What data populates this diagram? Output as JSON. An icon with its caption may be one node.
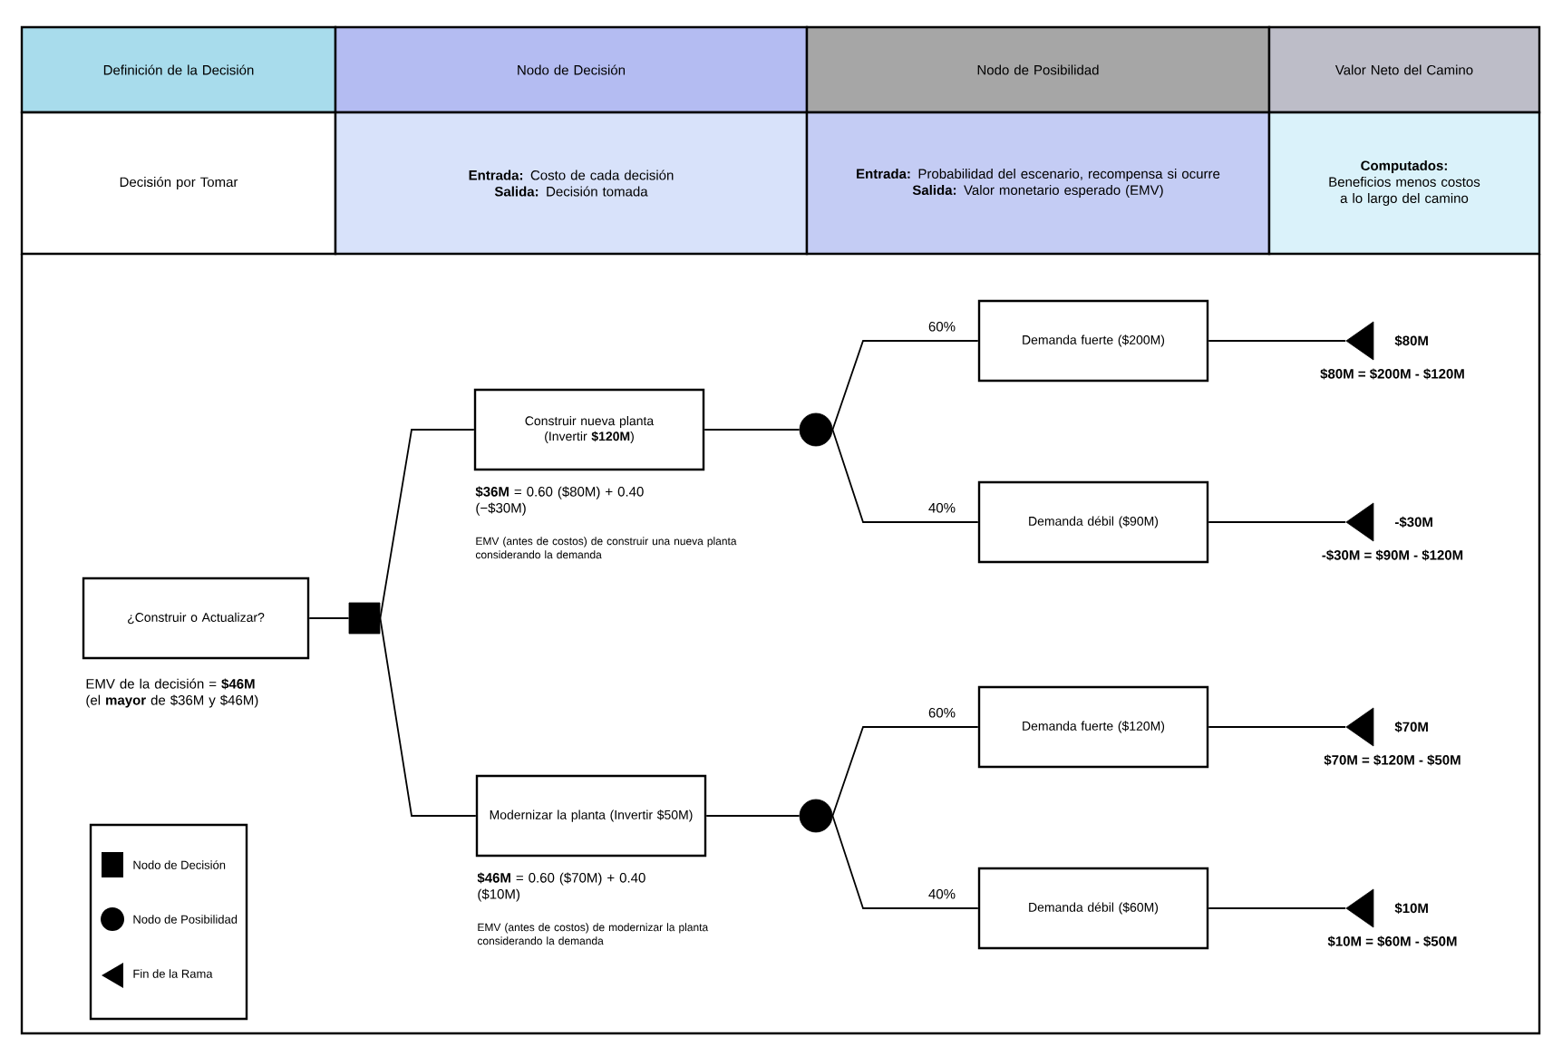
{
  "diagram": {
    "nodes": [
      {
        "text": [
          "¿Construir o Actualizar?"
        ],
        "beside": [
          "EMV de la decisión = **$46M** (el **mayor** de $36M y $46M)"
        ]
      },
      {
        "text": [],
        "shape": "box"
      },
      {
        "text": [
          "Construir nueva planta (Invertir **$120M**)"
        ],
        "beside": [
          "**$36M** = 0.60 ($80M) + 0.40 (−$30M)",
          "EMV (antes de costos) de construir una nueva planta considerando la demanda"
        ]
      },
      {
        "text": [],
        "shape": "circle"
      },
      {
        "text": [
          "Demanda fuerte ($200M)"
        ]
      },
      {
        "text": [
          "Demanda débil ($90M)"
        ]
      },
      {
        "text": [],
        "shape": "triangle",
        "beside": [
          "$80M",
          "$80M = $200M - $120M"
        ]
      },
      {
        "text": [],
        "shape": "triangle",
        "beside": [
          "-$30M",
          "-$30M = $90M - $120M"
        ]
      },
      {
        "text": [
          "Modernizar la planta (Invertir $50M)"
        ],
        "beside": [
          "**$46M** = 0.60 ($70M) + 0.40 ($10M)",
          "EMV (antes de costos) de modernizar la planta considerando la demanda"
        ]
      },
      {
        "text": [],
        "shape": "circle"
      },
      {
        "text": [
          "Demanda fuerte ($120M)"
        ]
      },
      {
        "text": [
          "Demanda débil ($60M)"
        ]
      },
      {
        "text": [],
        "shape": "triangle",
        "beside": [
          "$70M",
          "$70M = $120M - $50M"
        ]
      },
      {
        "text": [],
        "shape": "triangle",
        "beside": [
          "$10M",
          "$10M = $60M - $50M"
        ]
      }
    ],
    "edges": [
      {
        "from": 0,
        "to": 1,
        "arrow": "none"
      },
      {
        "from": 1,
        "to": 2,
        "arrow": "none"
      },
      {
        "from": 1,
        "to": 8,
        "arrow": "none"
      },
      {
        "from": 2,
        "to": 3,
        "arrow": "none"
      },
      {
        "from": 3,
        "to": 4,
        "arrow": "none",
        "label": "60%"
      },
      {
        "from": 3,
        "to": 5,
        "arrow": "none",
        "label": "40%"
      },
      {
        "from": 4,
        "to": 6,
        "arrow": "none"
      },
      {
        "from": 5,
        "to": 7,
        "arrow": "none"
      },
      {
        "from": 8,
        "to": 9,
        "arrow": "none"
      },
      {
        "from": 9,
        "to": 10,
        "arrow": "none",
        "label": "60%"
      },
      {
        "from": 9,
        "to": 11,
        "arrow": "none",
        "label": "40%"
      },
      {
        "from": 10,
        "to": 12,
        "arrow": "none"
      },
      {
        "from": 11,
        "to": 13,
        "arrow": "none"
      }
    ],
    "labels": [
      "Definición de la Decisión",
      "Nodo de Decisión",
      "Nodo de Posibilidad",
      "Valor Neto del Camino",
      "Decisión por Tomar",
      "**Entrada:** Costo de cada decisión",
      "**Salida:** Decisión tomada",
      "**Entrada:** Probabilidad del escenario, recompensa si ocurre",
      "**Salida:** Valor monetario esperado (EMV)",
      "Computados:",
      "Beneficios menos costos a lo largo del camino"
    ],
    "legend": [
      {
        "text": "Nodo de Decisión"
      },
      {
        "text": "Nodo de Posibilidad"
      },
      {
        "text": "Fin de la Rama"
      }
    ]
  }
}
